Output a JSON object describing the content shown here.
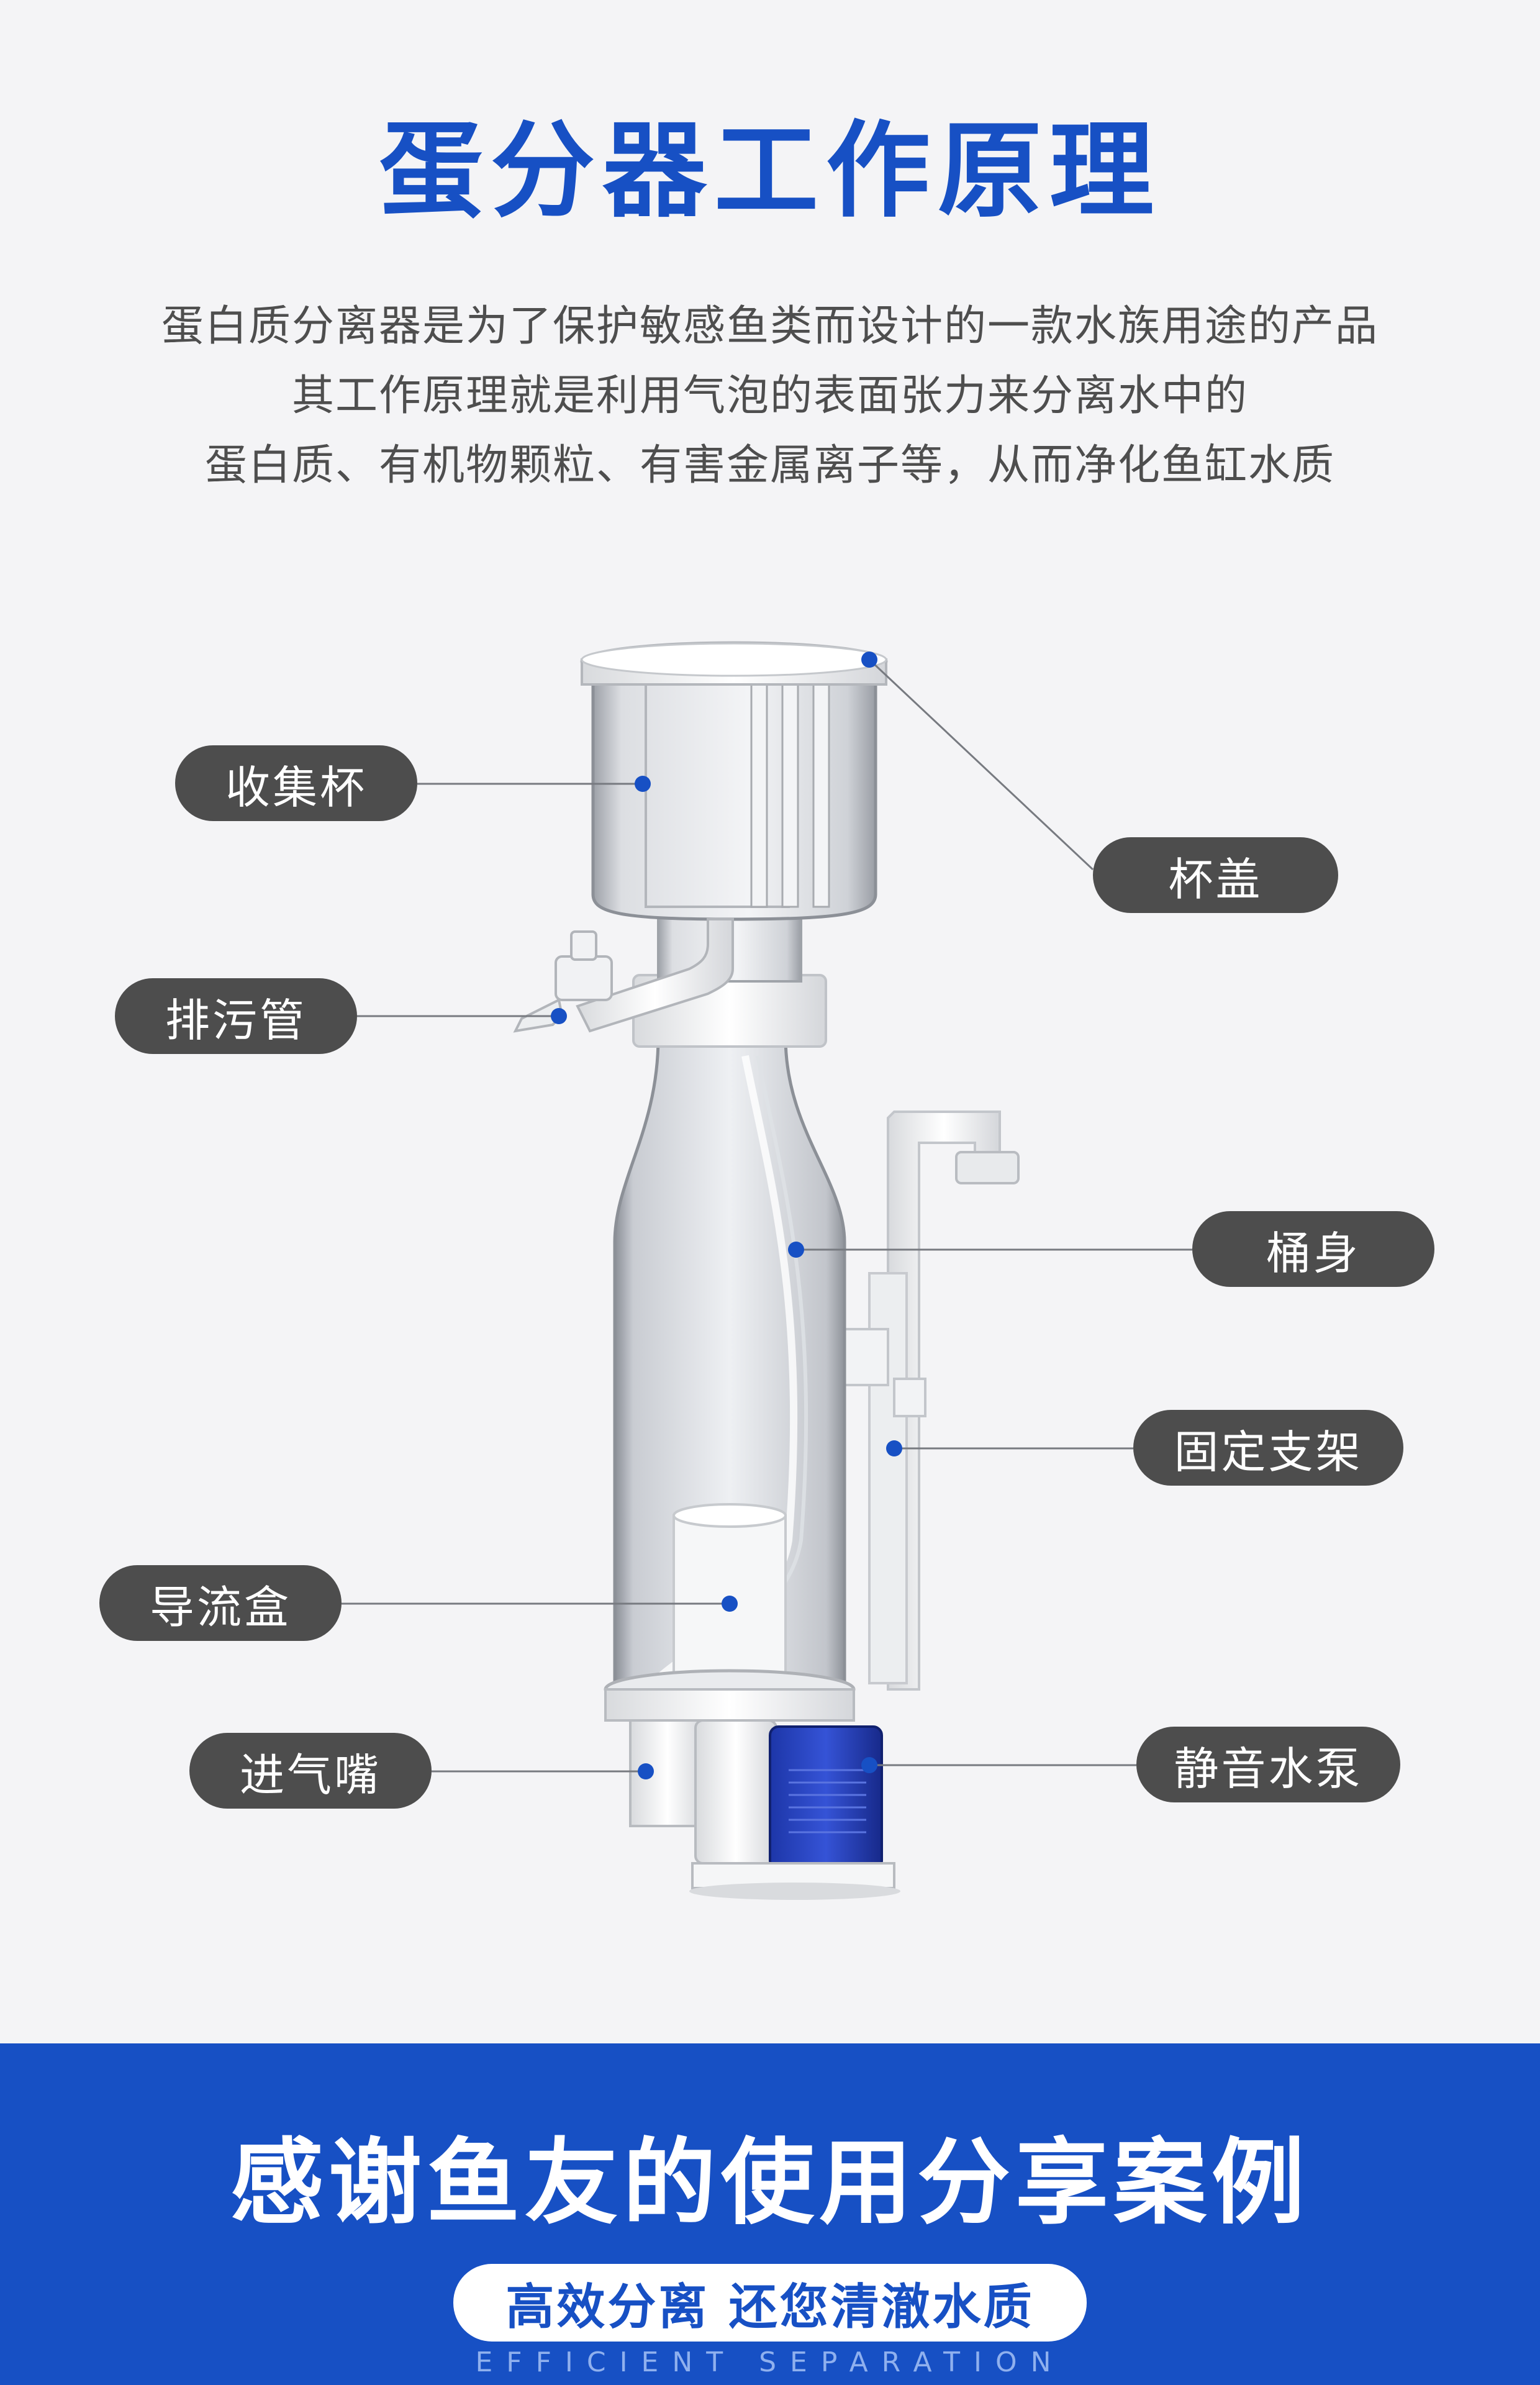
{
  "header": {
    "title": "蛋分器工作原理",
    "description": [
      "蛋白质分离器是为了保护敏感鱼类而设计的一款水族用途的产品",
      "其工作原理就是利用气泡的表面张力来分离水中的",
      "蛋白质、有机物颗粒、有害金属离子等，从而净化鱼缸水质"
    ]
  },
  "labels": {
    "collection_cup": "收集杯",
    "cup_lid": "杯盖",
    "drain_pipe": "排污管",
    "body": "桶身",
    "mounting_bracket": "固定支架",
    "flow_box": "导流盒",
    "air_inlet": "进气嘴",
    "silent_pump": "静音水泵"
  },
  "footer": {
    "title": "感谢鱼友的使用分享案例",
    "slogan": "高效分离 还您清澈水质",
    "english": "EFFICIENT SEPARATION"
  },
  "colors": {
    "brand_blue": "#1750c4",
    "pill_gray": "#4d4d4d",
    "background": "#f4f4f6"
  }
}
